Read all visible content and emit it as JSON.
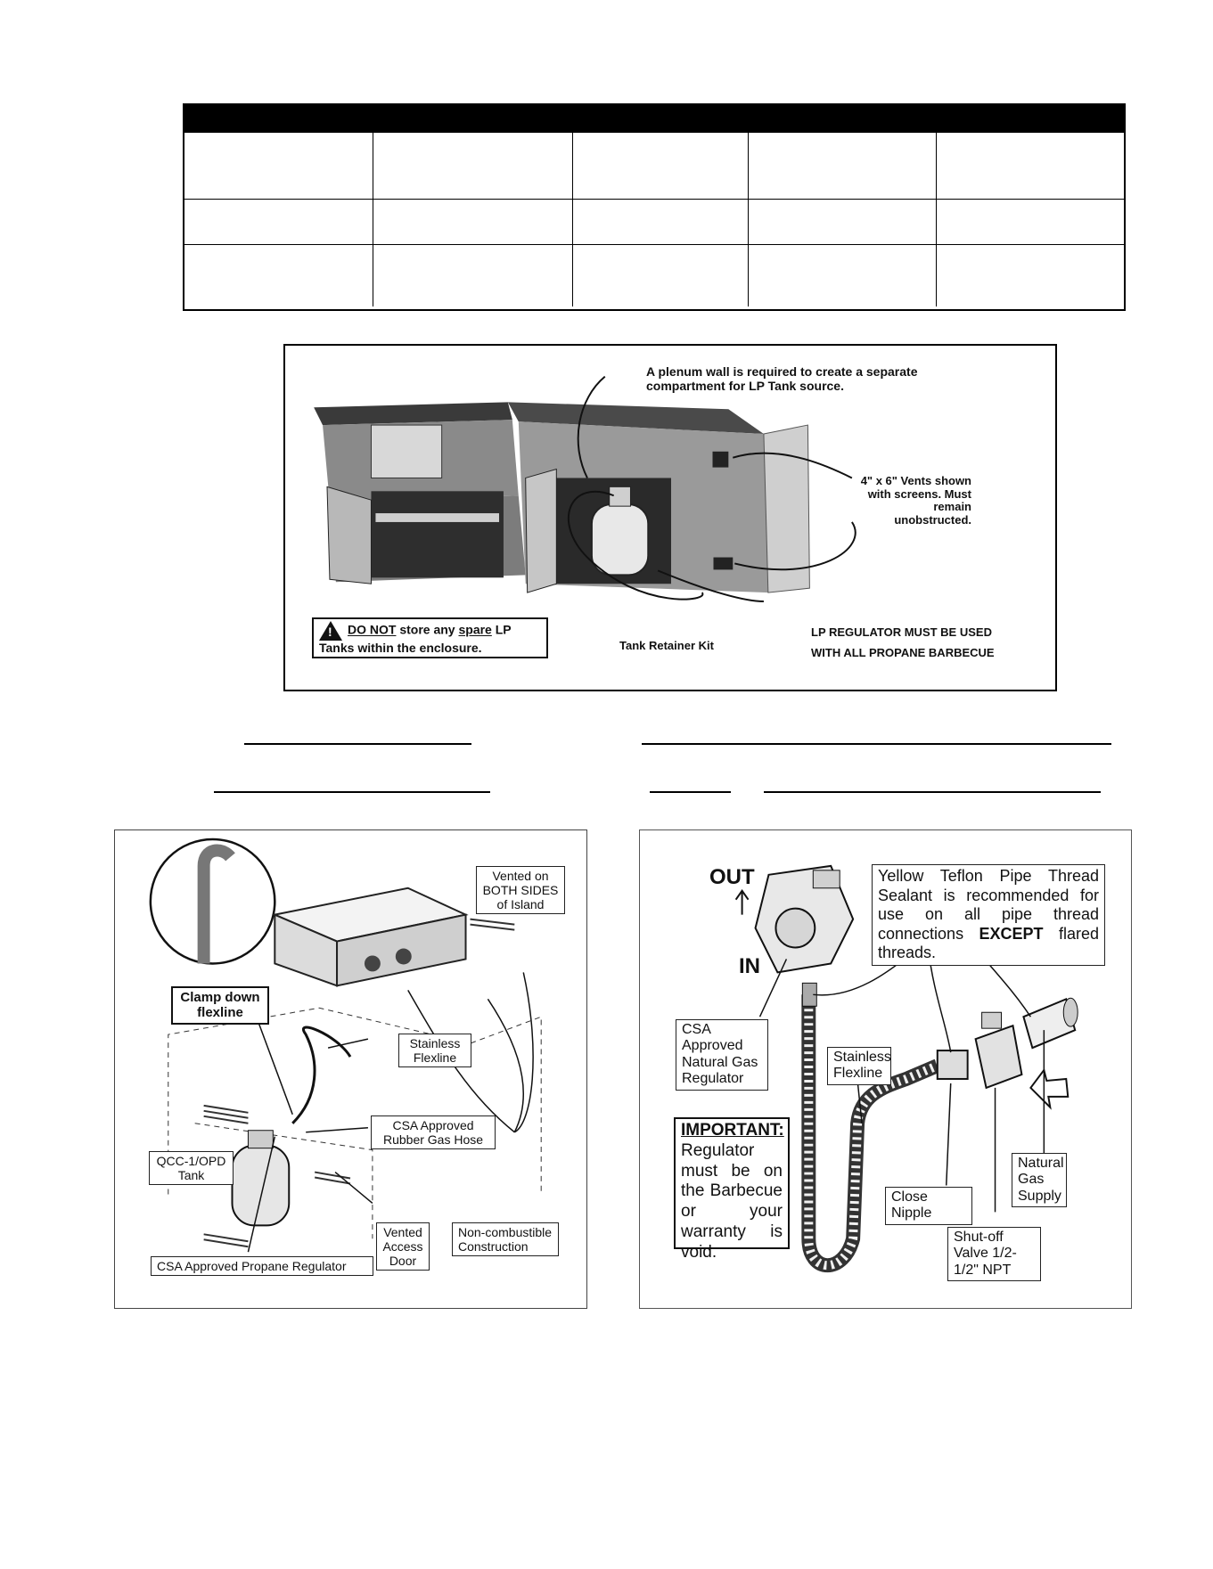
{
  "figure1": {
    "plenum_note": "A plenum wall is required to create a separate compartment for LP Tank source.",
    "vents_note": "4\" x 6\" Vents shown with screens. Must remain unobstructed.",
    "warning_prefix": "DO NOT",
    "warning_mid": " store any ",
    "warning_spare": "spare",
    "warning_suffix": " LP Tanks within the enclosure.",
    "tank_retainer": "Tank Retainer Kit",
    "regulator_line1": "LP REGULATOR MUST BE USED",
    "regulator_line2": "WITH ALL PROPANE BARBECUE"
  },
  "figure2": {
    "vented": "Vented on BOTH SIDES of Island",
    "clamp": "Clamp down flexline",
    "flexline": "Stainless Flexline",
    "hose": "CSA Approved Rubber Gas Hose",
    "tank": "QCC-1/OPD Tank",
    "vented_door": "Vented Access Door",
    "noncombustible": "Non-combustible Construction",
    "propane_reg": "CSA Approved Propane Regulator"
  },
  "figure3": {
    "out": "OUT",
    "in": "IN",
    "teflon_a": "Yellow Teflon Pipe Thread Sealant is recommended for use on all pipe thread connections ",
    "teflon_b": "EXCEPT",
    "teflon_c": " flared threads.",
    "ng_reg": "CSA Approved Natural Gas Regulator",
    "flexline": "Stainless Flexline",
    "important_title": "IMPORTANT:",
    "important_body": "Regulator must be on the Barbecue or your warranty is void.",
    "nipple": "Close Nipple",
    "shutoff": "Shut-off Valve 1/2-1/2\" NPT",
    "supply": "Natural Gas Supply"
  }
}
